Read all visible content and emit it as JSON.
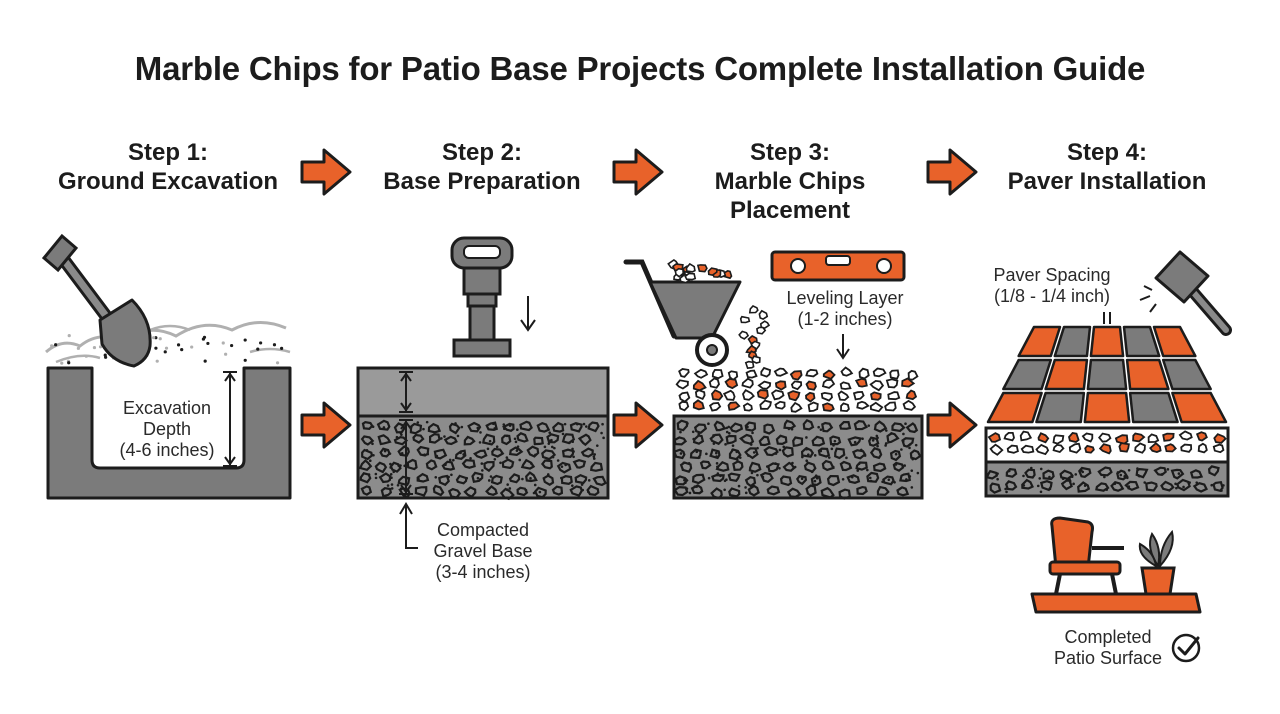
{
  "title": "Marble Chips for Patio Base Projects Complete Installation Guide",
  "steps": [
    {
      "number": "Step 1:",
      "name": "Ground Excavation"
    },
    {
      "number": "Step 2:",
      "name": "Base Preparation"
    },
    {
      "number": "Step 3:",
      "name": "Marble Chips",
      "name2": "Placement"
    },
    {
      "number": "Step 4:",
      "name": "Paver Installation"
    }
  ],
  "labels": {
    "excavation": [
      "Excavation",
      "Depth",
      "(4-6 inches)"
    ],
    "gravel": [
      "Compacted",
      "Gravel Base",
      "(3-4 inches)"
    ],
    "leveling": [
      "Leveling Layer",
      "(1-2 inches)"
    ],
    "spacing": [
      "Paver Spacing",
      "(1/8 - 1/4 inch)"
    ],
    "completed": [
      "Completed",
      "Patio Surface"
    ]
  },
  "colors": {
    "accent": "#e8622a",
    "gray": "#7b7b7b",
    "dark": "#1c1c1c",
    "light_gray": "#b0b0b0"
  }
}
